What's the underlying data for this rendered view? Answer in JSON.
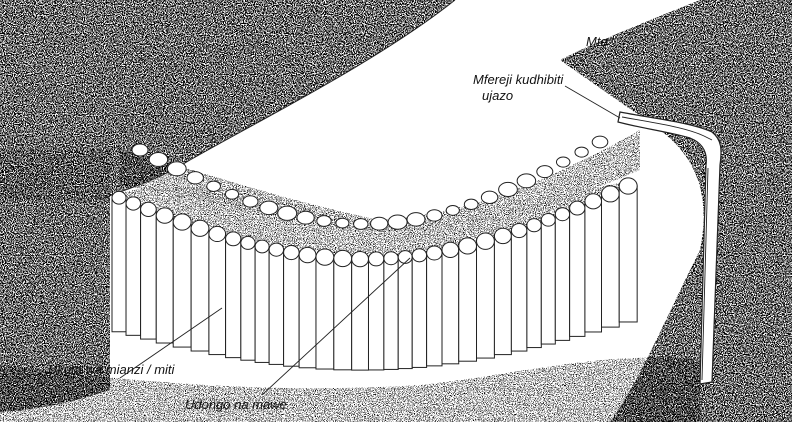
{
  "labels": {
    "river": "Mto",
    "channel_line1": "Mfereji kudhibiti",
    "channel_line2": "ujazo",
    "wall": "Ukuta wa mianzi / miti",
    "fill": "Udongo na mawe"
  },
  "colors": {
    "background": "#ffffff",
    "ink": "#111111",
    "foliage": "#3a3a3a"
  }
}
